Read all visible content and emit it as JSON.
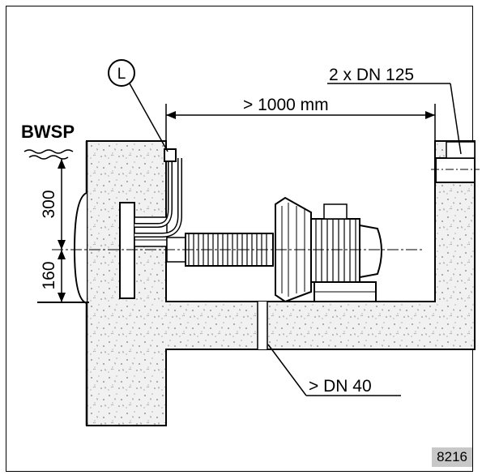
{
  "labels": {
    "callout_l": "L",
    "pipe_spec": "2 x DN 125",
    "distance": "> 1000 mm",
    "water_level": "BWSP",
    "dim_upper": "300",
    "dim_lower": "160",
    "drain_spec": "> DN 40"
  },
  "figure_number": "8216"
}
